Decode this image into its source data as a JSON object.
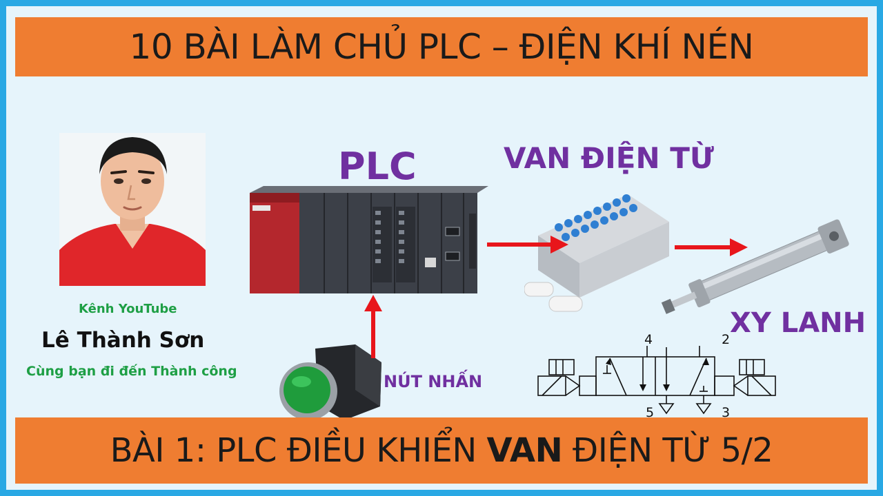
{
  "header": {
    "title": "10 BÀI LÀM CHỦ PLC – ĐIỆN KHÍ NÉN"
  },
  "labels": {
    "plc": "PLC",
    "valve": "VAN ĐIỆN TỪ",
    "cylinder": "XY LANH",
    "button": "NÚT NHẤN"
  },
  "channel": {
    "line1": "Kênh YouTube",
    "name": "Lê Thành Sơn",
    "slogan": "Cùng bạn đi đến Thành công"
  },
  "symbol_ports": {
    "p4": "4",
    "p2": "2",
    "p5": "5",
    "p3": "3"
  },
  "footer": {
    "prefix": "BÀI 1: PLC ĐIỀU KHIỂN ",
    "bold": "VAN",
    "suffix": " ĐIỆN TỪ 5/2"
  },
  "colors": {
    "frame": "#29a8e4",
    "banner": "#ef7d31",
    "accent_purple": "#7030a0",
    "accent_green": "#1e9f45",
    "arrow_red": "#e8161b"
  }
}
